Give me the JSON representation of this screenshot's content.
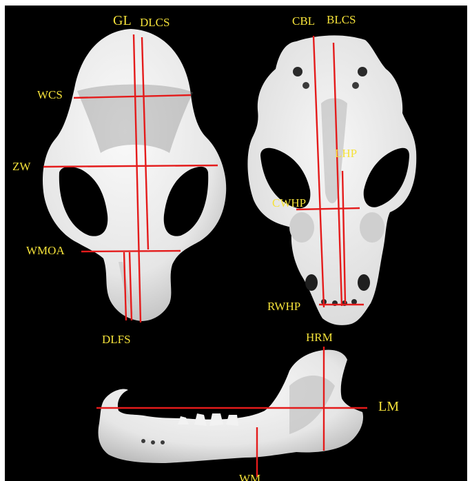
{
  "labels": {
    "gl": "GL",
    "dlcs": "DLCS",
    "wcs": "WCS",
    "zw": "ZW",
    "wmoa": "WMOA",
    "dlfs": "DLFS",
    "cbl": "CBL",
    "blcs": "BLCS",
    "lhp": "LHP",
    "cwhp": "CWHP",
    "rwhp": "RWHP",
    "hrm": "HRM",
    "lm": "LM",
    "wm": "WM"
  },
  "colors": {
    "background": "#000000",
    "bone": "#eeeeee",
    "measurement_line": "#e41b1b",
    "label_text": "#f5e23a"
  },
  "icons": {
    "dorsal_view": "skull-dorsal-view",
    "ventral_view": "skull-ventral-view",
    "mandible": "mandible-lateral-view"
  }
}
